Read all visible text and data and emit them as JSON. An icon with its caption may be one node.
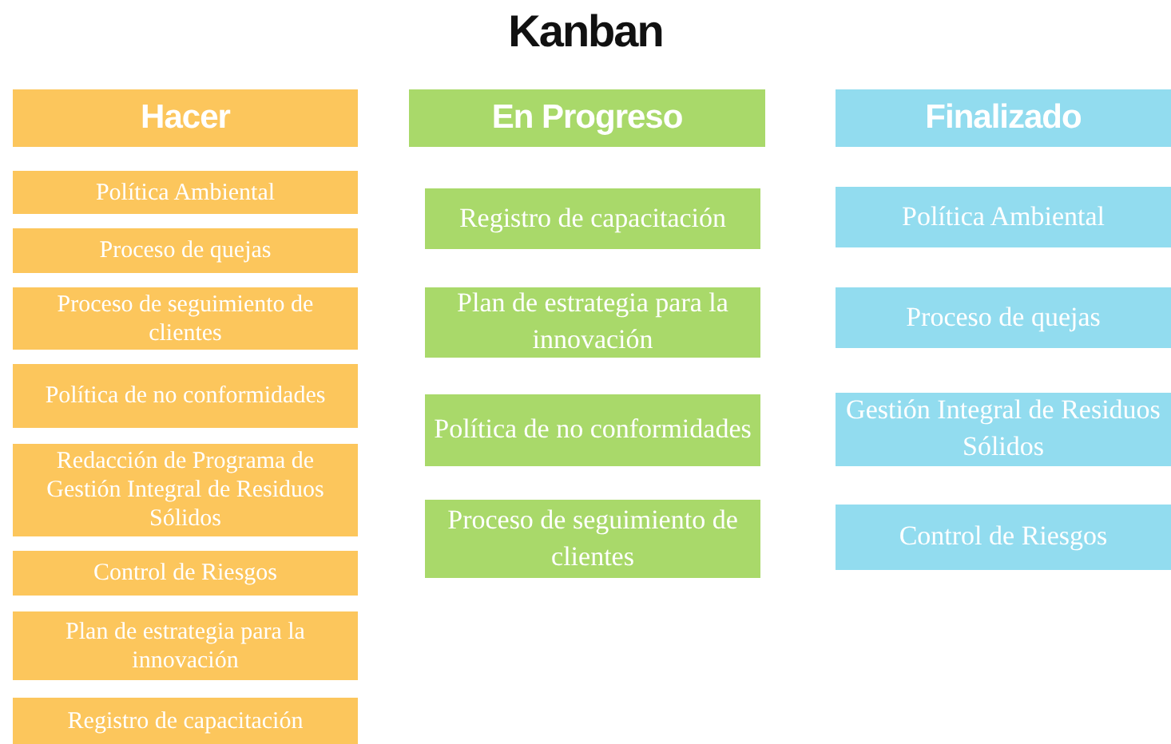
{
  "diagram": {
    "title": "Kanban",
    "nodes": [
      {
        "text": [
          "Hacer"
        ]
      },
      {
        "text": [
          "Política Ambiental"
        ]
      },
      {
        "text": [
          "Proceso de quejas"
        ]
      },
      {
        "text": [
          "Proceso de seguimiento de clientes"
        ]
      },
      {
        "text": [
          "Política de no conformidades"
        ]
      },
      {
        "text": [
          "Redacción de Programa de Gestión Integral de Residuos Sólidos"
        ]
      },
      {
        "text": [
          "Control de Riesgos"
        ]
      },
      {
        "text": [
          "Plan de estrategia para la innovación"
        ]
      },
      {
        "text": [
          "Registro de capacitación"
        ]
      },
      {
        "text": [
          "En Progreso"
        ]
      },
      {
        "text": [
          "Registro de capacitación"
        ]
      },
      {
        "text": [
          "Plan de estrategia para la innovación"
        ]
      },
      {
        "text": [
          "Política de no conformidades"
        ]
      },
      {
        "text": [
          "Proceso de seguimiento de clientes"
        ]
      },
      {
        "text": [
          "Finalizado"
        ]
      },
      {
        "text": [
          "Política Ambiental"
        ]
      },
      {
        "text": [
          "Proceso de quejas"
        ]
      },
      {
        "text": [
          "Gestión Integral de Residuos Sólidos"
        ]
      },
      {
        "text": [
          "Control de Riesgos"
        ]
      }
    ],
    "edges": []
  }
}
